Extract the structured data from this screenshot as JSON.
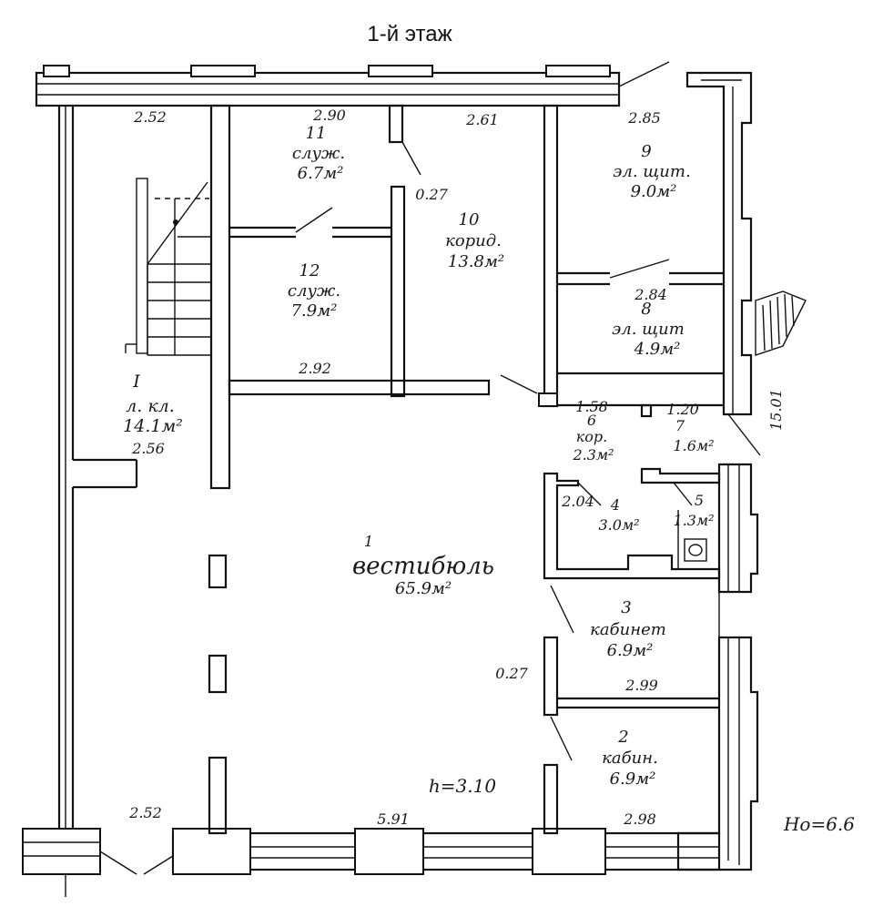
{
  "title": "1-й этаж",
  "rooms": [
    {
      "number": "I",
      "name": "л. кл.",
      "area": "14.1м²"
    },
    {
      "number": "11",
      "name": "служ.",
      "area": "6.7м²"
    },
    {
      "number": "12",
      "name": "служ.",
      "area": "7.9м²"
    },
    {
      "number": "10",
      "name": "корид.",
      "area": "13.8м²"
    },
    {
      "number": "9",
      "name": "эл. щит.",
      "area": "9.0м²"
    },
    {
      "number": "8",
      "name": "эл. щит",
      "area": "4.9м²"
    },
    {
      "number": "6",
      "name": "кор.",
      "area": "2.3м²"
    },
    {
      "number": "7",
      "name": "",
      "area": "1.6м²"
    },
    {
      "number": "4",
      "name": "",
      "area": "3.0м²"
    },
    {
      "number": "5",
      "name": "",
      "area": "1.3м²"
    },
    {
      "number": "1",
      "name": "вестибюль",
      "area": "65.9м²"
    },
    {
      "number": "3",
      "name": "кабинет",
      "area": "6.9м²"
    },
    {
      "number": "2",
      "name": "кабин.",
      "area": "6.9м²"
    }
  ],
  "dimensions": {
    "d_252_top": "2.52",
    "d_290": "2.90",
    "d_261": "2.61",
    "d_285": "2.85",
    "d_027_top": "0.27",
    "d_284": "2.84",
    "d_292": "2.92",
    "d_158": "1.58",
    "d_120": "1.20",
    "d_256": "2.56",
    "d_204": "2.04",
    "d_027_bottom": "0.27",
    "d_299": "2.99",
    "d_298": "2.98",
    "d_591": "5.91",
    "d_252_bottom": "2.52",
    "d_1501": "15.01",
    "height": "h=3.10",
    "ho": "Hо=6.6"
  }
}
